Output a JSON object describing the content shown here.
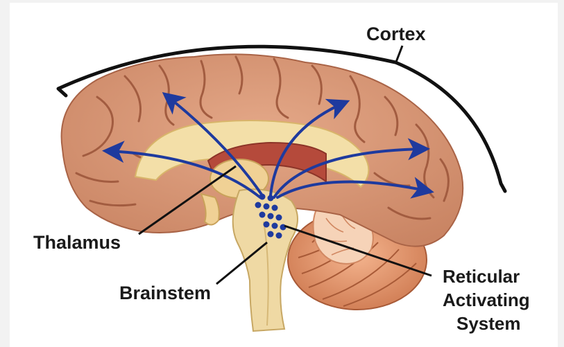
{
  "diagram": {
    "labels": {
      "cortex": "Cortex",
      "thalamus": "Thalamus",
      "brainstem": "Brainstem",
      "ras_line1": "Reticular",
      "ras_line2": "Activating",
      "ras_line3": "System"
    },
    "colors": {
      "background": "#ffffff",
      "outer_background": "#f2f2f2",
      "cortex_tissue": "#d99a7a",
      "cortex_shadow": "#b86f55",
      "white_matter": "#f3dfa8",
      "brainstem": "#efd9a4",
      "cerebellum": "#e59a6e",
      "corpus_callosum": "#b54a3b",
      "arrows": "#1e3a9e",
      "text": "#1a1a1a"
    }
  }
}
